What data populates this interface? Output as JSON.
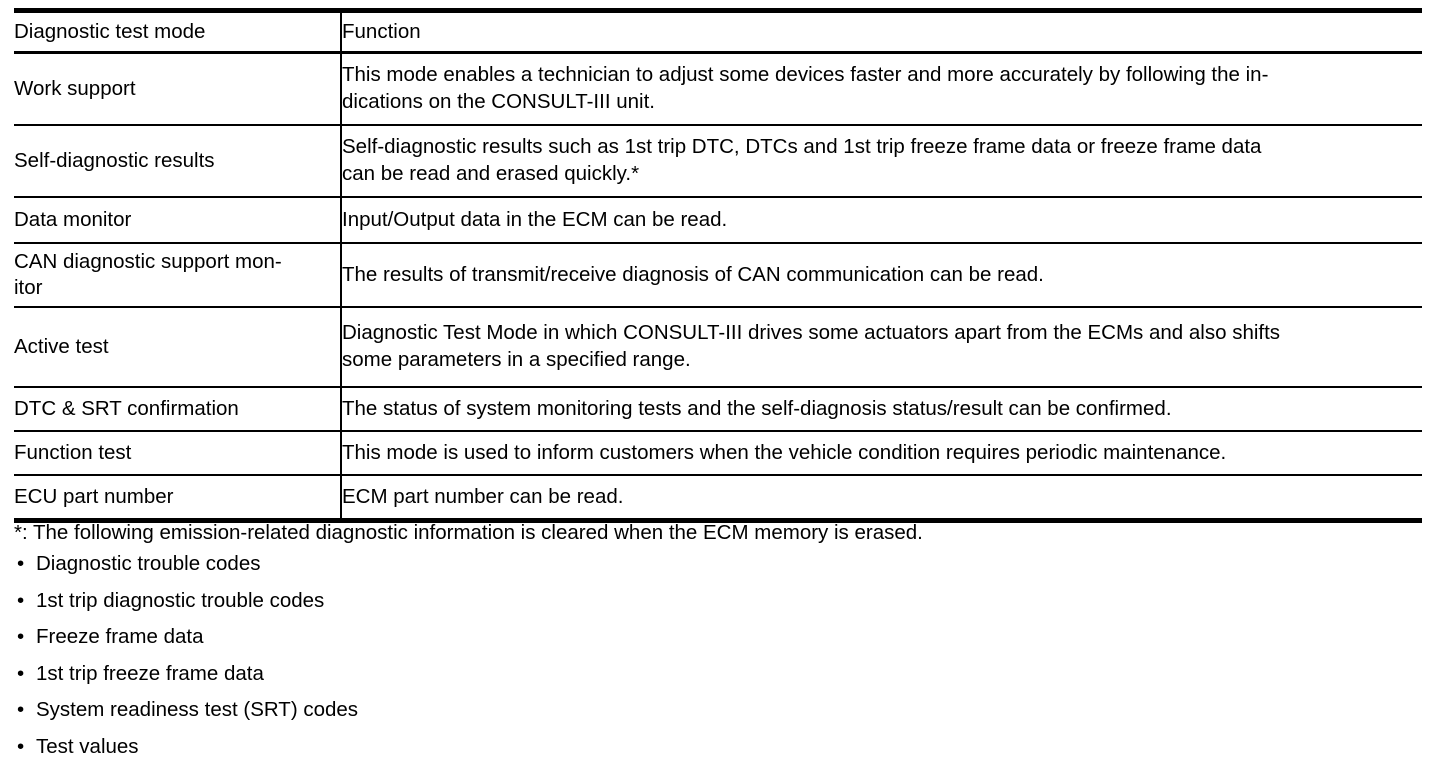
{
  "table": {
    "headers": {
      "mode": "Diagnostic test mode",
      "function": "Function"
    },
    "rows": [
      {
        "mode": "Work support",
        "mode_line2": "",
        "function_line1": "This mode enables a technician to adjust some devices faster and more accurately by following the in-",
        "function_line2": "dications on the CONSULT-III unit."
      },
      {
        "mode": "Self-diagnostic results",
        "mode_line2": "",
        "function_line1": "Self-diagnostic results such as 1st trip DTC, DTCs and 1st trip freeze frame data or freeze frame data",
        "function_line2": "can be read and erased quickly.*"
      },
      {
        "mode": "Data monitor",
        "mode_line2": "",
        "function_line1": "Input/Output data in the ECM can be read.",
        "function_line2": ""
      },
      {
        "mode": "CAN diagnostic support mon-",
        "mode_line2": "itor",
        "function_line1": "The results of transmit/receive diagnosis of CAN communication can be read.",
        "function_line2": ""
      },
      {
        "mode": "Active test",
        "mode_line2": "",
        "function_line1": "Diagnostic Test Mode in which CONSULT-III drives some actuators apart from the ECMs and also shifts",
        "function_line2": "some parameters in a specified range."
      },
      {
        "mode": "DTC & SRT confirmation",
        "mode_line2": "",
        "function_line1": "The status of system monitoring tests and the self-diagnosis status/result can be confirmed.",
        "function_line2": ""
      },
      {
        "mode": "Function test",
        "mode_line2": "",
        "function_line1": "This mode is used to inform customers when the vehicle condition requires periodic maintenance.",
        "function_line2": ""
      },
      {
        "mode": "ECU part number",
        "mode_line2": "",
        "function_line1": "ECM part number can be read.",
        "function_line2": ""
      }
    ]
  },
  "footnote": {
    "text": "*: The following emission-related diagnostic information is cleared when the ECM memory is erased."
  },
  "bullets": {
    "marker": "•",
    "items": [
      "Diagnostic trouble codes",
      "1st trip diagnostic trouble codes",
      "Freeze frame data",
      "1st trip freeze frame data",
      "System readiness test (SRT) codes",
      "Test values"
    ]
  },
  "colors": {
    "text": "#000000",
    "background": "#ffffff",
    "rule": "#000000"
  }
}
